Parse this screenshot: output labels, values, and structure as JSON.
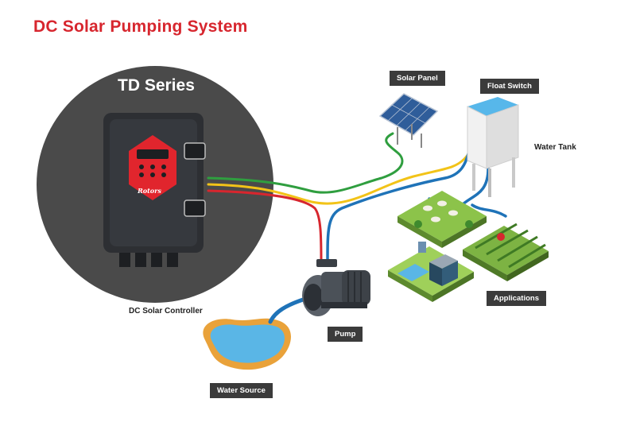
{
  "title": "DC Solar Pumping System",
  "controller_series": "TD Series",
  "brand_logo": "Rotors",
  "labels": {
    "solar_panel": "Solar Panel",
    "float_switch": "Float Switch",
    "water_tank": "Water Tank",
    "applications": "Applications",
    "dc_solar_controller": "DC Solar Controller",
    "pump": "Pump",
    "water_source": "Water Source"
  },
  "colors": {
    "title_red": "#d7262e",
    "panel_red": "#e1252d",
    "cable_green": "#2f9e3f",
    "cable_yellow": "#f2c318",
    "cable_red": "#d7262e",
    "pipe_blue": "#1f73b8",
    "circle_bg": "#4a4a4a",
    "label_bg": "#3b3b3b"
  }
}
